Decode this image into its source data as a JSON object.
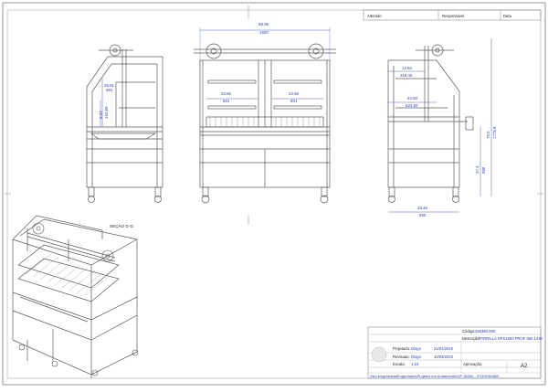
{
  "revision_header": {
    "col_changed": "Alterado",
    "col_responsible": "Responsável",
    "col_date": "Data"
  },
  "dims": {
    "front_width_in": "59.06",
    "front_width_mm": "1500",
    "front_grill_left_in": "23.66",
    "front_grill_left_mm": "601",
    "front_grill_right_in": "23.66",
    "front_grill_right_mm": "601",
    "side_left_a_in": "26.81",
    "side_left_a_mm": "681",
    "side_left_b_in": "6.41",
    "side_left_b_mm": "162.89",
    "side_right_top_in": "12.54",
    "side_right_top_mm": "318.46",
    "side_right_mid_in": "24.50",
    "side_right_mid_mm": "624.50",
    "height_total_in": "70.0",
    "height_total_mm": "1778.5",
    "height_counter_in": "37.4",
    "height_counter_mm": "950",
    "depth_in": "33.46",
    "depth_mm": "850"
  },
  "section_label": "SEÇÃO G-G",
  "title_block": {
    "code_label": "Código:",
    "code_value": "336360.000",
    "desc_label": "Descrição:",
    "desc_value": "PARRILLA XPS1500 PROF 850 1430",
    "rows": [
      {
        "label": "Projetado:",
        "person": "Diogo",
        "date": "21/01/2019"
      },
      {
        "label": "Revisado:",
        "person": "Diogo",
        "date": "10/03/2023"
      }
    ],
    "scale_label": "Escala:",
    "scale_value": "1:10",
    "aprov_label": "Aprovação:",
    "sheet_size": "A2",
    "path": "\\\\srv-engenharia\\Engenharia\\Projetos em Andamento\\OP 36000 - 37000\\36360\\"
  },
  "colors": {
    "line": "#5a5a5a",
    "dim": "#2a3fb0",
    "frame": "#7a7a7a"
  }
}
